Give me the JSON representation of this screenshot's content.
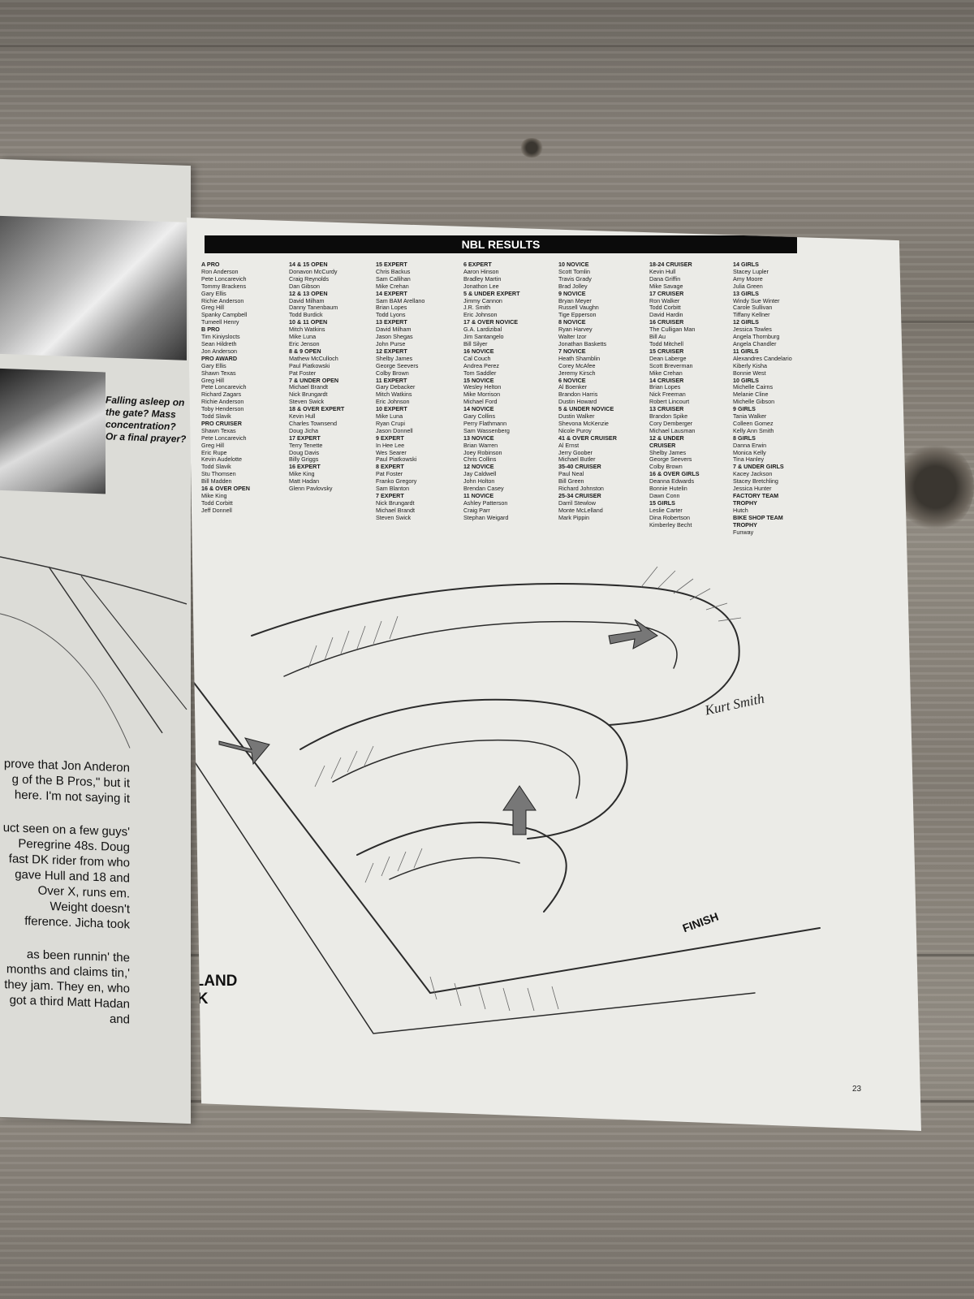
{
  "left_page": {
    "caption": "Falling asleep on the gate? Mass concentration? Or a final prayer?",
    "paragraphs": [
      "prove that Jon Anderon g of the B Pros,\" but it here. I'm not saying it",
      "uct seen on a few guys' Peregrine 48s. Doug fast DK rider from who gave Hull and 18 and Over X, runs em. Weight doesn't fference. Jicha took",
      "as been runnin' the months and claims tin,' they jam. They en, who got a third Matt Hadan and"
    ]
  },
  "page": {
    "banner": "NBL RESULTS",
    "columns": [
      [
        {
          "t": "A PRO",
          "h": true
        },
        "Ron Anderson",
        "Pete Loncarevich",
        "Tommy Brackens",
        "Gary Ellis",
        "Richie Anderson",
        "Greg Hill",
        "Spanky Campbell",
        "Tumeell Henry",
        {
          "t": "B PRO",
          "h": true
        },
        "Tim Kiniyslocts",
        "Sean Hildreth",
        "Jon Anderson",
        {
          "t": "PRO AWARD",
          "h": true
        },
        "Gary Ellis",
        "Shawn Texas",
        "Greg Hill",
        "Pete Loncarevich",
        "Richard Zagars",
        "Richie Anderson",
        "Toby Henderson",
        "Todd Slavik",
        {
          "t": "PRO CRUISER",
          "h": true
        },
        "Shawn Texas",
        "Pete Loncarevich",
        "Greg Hill",
        "Eric Rupe",
        "Kevin Audelotte",
        "Todd Slavik",
        "Stu Thomsen",
        "Bill Madden",
        {
          "t": "16 & OVER OPEN",
          "h": true
        },
        "Mike King",
        "Todd Corbitt",
        "Jeff Donnell"
      ],
      [
        {
          "t": "14 & 15 OPEN",
          "h": true
        },
        "Donavon McCurdy",
        "Craig Reynolds",
        "Dan Gibson",
        {
          "t": "12 & 13 OPEN",
          "h": true
        },
        "David Milham",
        "Danny Tanenbaum",
        "Todd Burdick",
        {
          "t": "10 & 11 OPEN",
          "h": true
        },
        "Mitch Watkins",
        "Mike Luna",
        "Eric Jenson",
        {
          "t": "8 & 9 OPEN",
          "h": true
        },
        "Mathew McCulloch",
        "Paul Piatkowski",
        "Pat Foster",
        {
          "t": "7 & UNDER OPEN",
          "h": true
        },
        "Michael Brandt",
        "Nick Brungardt",
        "Steven Swick",
        {
          "t": "18 & OVER EXPERT",
          "h": true
        },
        "Kevin Hull",
        "Charles Townsend",
        "Doug Jicha",
        {
          "t": "17 EXPERT",
          "h": true
        },
        "Terry Tenette",
        "Doug Davis",
        "Billy Griggs",
        {
          "t": "16 EXPERT",
          "h": true
        },
        "Mike King",
        "Matt Hadan",
        "Glenn Pavlovsky"
      ],
      [
        {
          "t": "15 EXPERT",
          "h": true
        },
        "Chris Backus",
        "Sam Callihan",
        "Mike Crehan",
        {
          "t": "14 EXPERT",
          "h": true
        },
        "Sam BAM Arellano",
        "Brian Lopes",
        "Todd Lyons",
        {
          "t": "13 EXPERT",
          "h": true
        },
        "David Milham",
        "Jason Shegas",
        "John Purse",
        {
          "t": "12 EXPERT",
          "h": true
        },
        "Shelby James",
        "George Seevers",
        "Colby Brown",
        {
          "t": "11 EXPERT",
          "h": true
        },
        "Gary Debacker",
        "Mitch Watkins",
        "Eric Johnson",
        {
          "t": "10 EXPERT",
          "h": true
        },
        "Mike Luna",
        "Ryan Crupi",
        "Jason Donnell",
        {
          "t": "9 EXPERT",
          "h": true
        },
        "In Hee Lee",
        "Wes Searer",
        "Paul Piatkowski",
        {
          "t": "8 EXPERT",
          "h": true
        },
        "Pat Foster",
        "Franko Gregory",
        "Sam Blanton",
        {
          "t": "7 EXPERT",
          "h": true
        },
        "Nick Brungardt",
        "Michael Brandt",
        "Steven Swick"
      ],
      [
        {
          "t": "6 EXPERT",
          "h": true
        },
        "Aaron Hinson",
        "Bradley Martin",
        "Jonathon Lee",
        {
          "t": "5 & UNDER EXPERT",
          "h": true
        },
        "Jimmy Cannon",
        "J.R. Smith",
        "Eric Johnson",
        {
          "t": "17 & OVER NOVICE",
          "h": true
        },
        "G.A. Lardizibal",
        "Jim Santangelo",
        "Bill Silyer",
        {
          "t": "16 NOVICE",
          "h": true
        },
        "Cal Couch",
        "Andrea Perez",
        "Tom Saddler",
        {
          "t": "15 NOVICE",
          "h": true
        },
        "Wesley Helton",
        "Mike Morrison",
        "Michael Ford",
        {
          "t": "14 NOVICE",
          "h": true
        },
        "Gary Collins",
        "Perry Flathmann",
        "Sam Wassenberg",
        {
          "t": "13 NOVICE",
          "h": true
        },
        "Brian Warren",
        "Joey Robinson",
        "Chris Collins",
        {
          "t": "12 NOVICE",
          "h": true
        },
        "Jay Caldwell",
        "John Holton",
        "Brendan Casey",
        {
          "t": "11 NOVICE",
          "h": true
        },
        "Ashley Patterson",
        "Craig Parr",
        "Stephan Weigard"
      ],
      [
        {
          "t": "10 NOVICE",
          "h": true
        },
        "Scott Tomlin",
        "Travis Grady",
        "Brad Jolley",
        {
          "t": "9 NOVICE",
          "h": true
        },
        "Bryan Meyer",
        "Russell Vaughn",
        "Tige Epperson",
        {
          "t": "8 NOVICE",
          "h": true
        },
        "Ryan Harvey",
        "Walter Izor",
        "Jonathan Basketts",
        {
          "t": "7 NOVICE",
          "h": true
        },
        "Heath Shamblin",
        "Corey McAfee",
        "Jeremy Kirsch",
        {
          "t": "6 NOVICE",
          "h": true
        },
        "Al Boenker",
        "Brandon Harris",
        "Dustin Howard",
        {
          "t": "5 & UNDER NOVICE",
          "h": true
        },
        "Dustin Walker",
        "Shevona McKenzie",
        "Nicole Puroy",
        {
          "t": "41 & OVER CRUISER",
          "h": true
        },
        "Al Ernst",
        "Jerry Goober",
        "Michael Butler",
        {
          "t": "35-40 CRUISER",
          "h": true
        },
        "Paul Neal",
        "Bill Green",
        "Richard Johnston",
        {
          "t": "25-34 CRUISER",
          "h": true
        },
        "Darril Stewlow",
        "Monte McLelland",
        "Mark Pippin"
      ],
      [
        {
          "t": "18-24 CRUISER",
          "h": true
        },
        "Kevin Hull",
        "Dana Griffin",
        "Mike Savage",
        {
          "t": "17 CRUISER",
          "h": true
        },
        "Ron Walker",
        "Todd Corbitt",
        "David Hardin",
        {
          "t": "16 CRUISER",
          "h": true
        },
        "The Culligan Man",
        "Bill Au",
        "Todd Mitchell",
        {
          "t": "15 CRUISER",
          "h": true
        },
        "Dean Laberge",
        "Scott Breverman",
        "Mike Crehan",
        {
          "t": "14 CRUISER",
          "h": true
        },
        "Brian Lopes",
        "Nick Freeman",
        "Robert Lincourt",
        {
          "t": "13 CRUISER",
          "h": true
        },
        "Brandon Spike",
        "Cory Demberger",
        "Michael Lausman",
        {
          "t": "12 & UNDER",
          "h": true
        },
        {
          "t": "CRUISER",
          "h": true
        },
        "Shelby James",
        "George Seevers",
        "Colby Brown",
        {
          "t": "16 & OVER GIRLS",
          "h": true
        },
        "Deanna Edwards",
        "Bonnie Hutelin",
        "Dawn Conn",
        {
          "t": "15 GIRLS",
          "h": true
        },
        "Leslie Carter",
        "Dina Robertson",
        "Kimberley Becht"
      ],
      [
        {
          "t": "14 GIRLS",
          "h": true
        },
        "Stacey Lupler",
        "Amy Moore",
        "Julia Green",
        {
          "t": "13 GIRLS",
          "h": true
        },
        "Windy Sue Winter",
        "Carole Sullivan",
        "Tiffany Kellner",
        {
          "t": "12 GIRLS",
          "h": true
        },
        "Jessica Towles",
        "Angela Thornburg",
        "Angela Chandler",
        {
          "t": "11 GIRLS",
          "h": true
        },
        "Alexandres Candelario",
        "Kiberly Kisha",
        "Bonnie West",
        {
          "t": "10 GIRLS",
          "h": true
        },
        "Michelle Cairns",
        "Melanie Cline",
        "Michelle Gibson",
        {
          "t": "9 GIRLS",
          "h": true
        },
        "Tania Walker",
        "Colleen Gomez",
        "Kelly Ann Smith",
        {
          "t": "8 GIRLS",
          "h": true
        },
        "Danna Erwin",
        "Monica Kelly",
        "Tina Hanley",
        {
          "t": "7 & UNDER GIRLS",
          "h": true
        },
        "Kacey Jackson",
        "Stacey Bretchling",
        "Jessica Hunter",
        {
          "t": "FACTORY TEAM",
          "h": true
        },
        {
          "t": "TROPHY",
          "h": true
        },
        "Hutch",
        {
          "t": "BIKE SHOP TEAM",
          "h": true
        },
        {
          "t": "TROPHY",
          "h": true
        },
        "Funway"
      ]
    ],
    "track_title_line1": "DIXIELAND",
    "track_title_line2": "TRACK",
    "finish_label": "FINISH",
    "signature": "Kurt Smith",
    "page_number": "23"
  }
}
